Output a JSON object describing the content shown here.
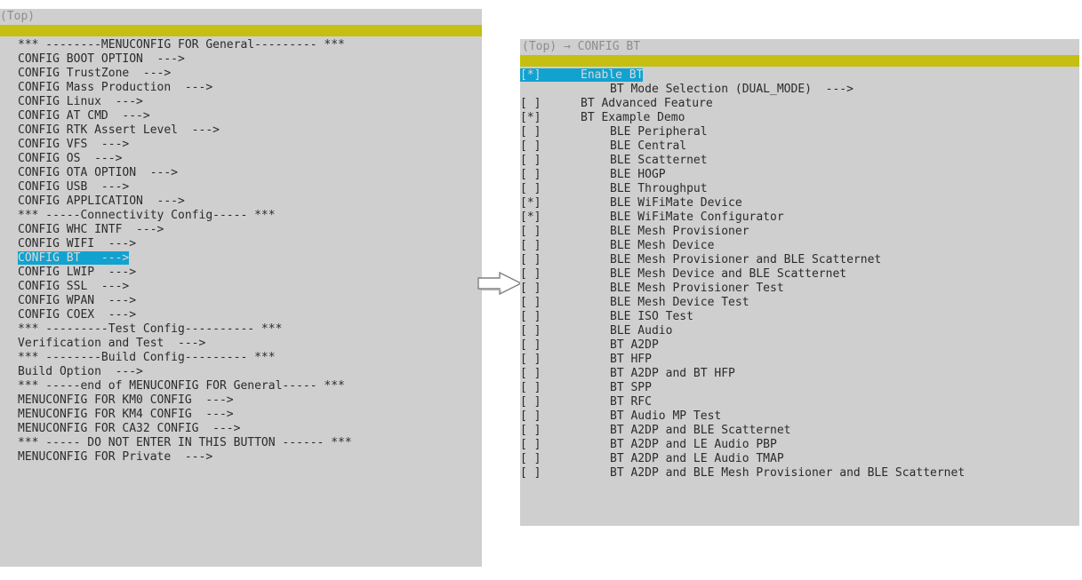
{
  "colors": {
    "panel_bg": "#cfcfcf",
    "accent_bar": "#c4bf11",
    "selection": "#12a2cf",
    "selection_text": "#d9d9d9",
    "text": "#2b2b2b",
    "breadcrumb_text": "#8d8d8d",
    "page_bg": "#ffffff"
  },
  "left_panel": {
    "breadcrumb": "(Top)",
    "rows": [
      {
        "text": "*** --------MENUCONFIG FOR General--------- ***",
        "selected": false
      },
      {
        "text": "CONFIG BOOT OPTION  --->",
        "selected": false
      },
      {
        "text": "CONFIG TrustZone  --->",
        "selected": false
      },
      {
        "text": "CONFIG Mass Production  --->",
        "selected": false
      },
      {
        "text": "CONFIG Linux  --->",
        "selected": false
      },
      {
        "text": "CONFIG AT CMD  --->",
        "selected": false
      },
      {
        "text": "CONFIG RTK Assert Level  --->",
        "selected": false
      },
      {
        "text": "CONFIG VFS  --->",
        "selected": false
      },
      {
        "text": "CONFIG OS  --->",
        "selected": false
      },
      {
        "text": "CONFIG OTA OPTION  --->",
        "selected": false
      },
      {
        "text": "CONFIG USB  --->",
        "selected": false
      },
      {
        "text": "CONFIG APPLICATION  --->",
        "selected": false
      },
      {
        "text": "*** -----Connectivity Config----- ***",
        "selected": false
      },
      {
        "text": "CONFIG WHC INTF  --->",
        "selected": false
      },
      {
        "text": "CONFIG WIFI  --->",
        "selected": false
      },
      {
        "text": "CONFIG BT   --->",
        "selected": true
      },
      {
        "text": "CONFIG LWIP  --->",
        "selected": false
      },
      {
        "text": "CONFIG SSL  --->",
        "selected": false
      },
      {
        "text": "CONFIG WPAN  --->",
        "selected": false
      },
      {
        "text": "CONFIG COEX  --->",
        "selected": false
      },
      {
        "text": "*** ---------Test Config---------- ***",
        "selected": false
      },
      {
        "text": "Verification and Test  --->",
        "selected": false
      },
      {
        "text": "*** --------Build Config--------- ***",
        "selected": false
      },
      {
        "text": "Build Option  --->",
        "selected": false
      },
      {
        "text": "*** -----end of MENUCONFIG FOR General----- ***",
        "selected": false
      },
      {
        "text": "MENUCONFIG FOR KM0 CONFIG  --->",
        "selected": false
      },
      {
        "text": "MENUCONFIG FOR KM4 CONFIG  --->",
        "selected": false
      },
      {
        "text": "MENUCONFIG FOR CA32 CONFIG  --->",
        "selected": false
      },
      {
        "text": "*** ----- DO NOT ENTER IN THIS BUTTON ------ ***",
        "selected": false
      },
      {
        "text": "MENUCONFIG FOR Private  --->",
        "selected": false
      }
    ]
  },
  "right_panel": {
    "breadcrumb": "(Top) → CONFIG BT",
    "rows": [
      {
        "check": "[*]",
        "label": "Enable BT",
        "indent": 1,
        "selected": true
      },
      {
        "check": "",
        "label": "BT Mode Selection (DUAL_MODE)  --->",
        "indent": 2,
        "selected": false
      },
      {
        "check": "[ ]",
        "label": "BT Advanced Feature",
        "indent": 1,
        "selected": false
      },
      {
        "check": "[*]",
        "label": "BT Example Demo",
        "indent": 1,
        "selected": false
      },
      {
        "check": "[ ]",
        "label": "BLE Peripheral",
        "indent": 2,
        "selected": false
      },
      {
        "check": "[ ]",
        "label": "BLE Central",
        "indent": 2,
        "selected": false
      },
      {
        "check": "[ ]",
        "label": "BLE Scatternet",
        "indent": 2,
        "selected": false
      },
      {
        "check": "[ ]",
        "label": "BLE HOGP",
        "indent": 2,
        "selected": false
      },
      {
        "check": "[ ]",
        "label": "BLE Throughput",
        "indent": 2,
        "selected": false
      },
      {
        "check": "[*]",
        "label": "BLE WiFiMate Device",
        "indent": 2,
        "selected": false
      },
      {
        "check": "[*]",
        "label": "BLE WiFiMate Configurator",
        "indent": 2,
        "selected": false
      },
      {
        "check": "[ ]",
        "label": "BLE Mesh Provisioner",
        "indent": 2,
        "selected": false
      },
      {
        "check": "[ ]",
        "label": "BLE Mesh Device",
        "indent": 2,
        "selected": false
      },
      {
        "check": "[ ]",
        "label": "BLE Mesh Provisioner and BLE Scatternet",
        "indent": 2,
        "selected": false
      },
      {
        "check": "[ ]",
        "label": "BLE Mesh Device and BLE Scatternet",
        "indent": 2,
        "selected": false
      },
      {
        "check": "[ ]",
        "label": "BLE Mesh Provisioner Test",
        "indent": 2,
        "selected": false
      },
      {
        "check": "[ ]",
        "label": "BLE Mesh Device Test",
        "indent": 2,
        "selected": false
      },
      {
        "check": "[ ]",
        "label": "BLE ISO Test",
        "indent": 2,
        "selected": false
      },
      {
        "check": "[ ]",
        "label": "BLE Audio",
        "indent": 2,
        "selected": false
      },
      {
        "check": "[ ]",
        "label": "BT A2DP",
        "indent": 2,
        "selected": false
      },
      {
        "check": "[ ]",
        "label": "BT HFP",
        "indent": 2,
        "selected": false
      },
      {
        "check": "[ ]",
        "label": "BT A2DP and BT HFP",
        "indent": 2,
        "selected": false
      },
      {
        "check": "[ ]",
        "label": "BT SPP",
        "indent": 2,
        "selected": false
      },
      {
        "check": "[ ]",
        "label": "BT RFC",
        "indent": 2,
        "selected": false
      },
      {
        "check": "[ ]",
        "label": "BT Audio MP Test",
        "indent": 2,
        "selected": false
      },
      {
        "check": "[ ]",
        "label": "BT A2DP and BLE Scatternet",
        "indent": 2,
        "selected": false
      },
      {
        "check": "[ ]",
        "label": "BT A2DP and LE Audio PBP",
        "indent": 2,
        "selected": false
      },
      {
        "check": "[ ]",
        "label": "BT A2DP and LE Audio TMAP",
        "indent": 2,
        "selected": false
      },
      {
        "check": "[ ]",
        "label": "BT A2DP and BLE Mesh Provisioner and BLE Scatternet",
        "indent": 2,
        "selected": false
      }
    ]
  },
  "flow": {
    "arrow_label": "right-arrow"
  }
}
